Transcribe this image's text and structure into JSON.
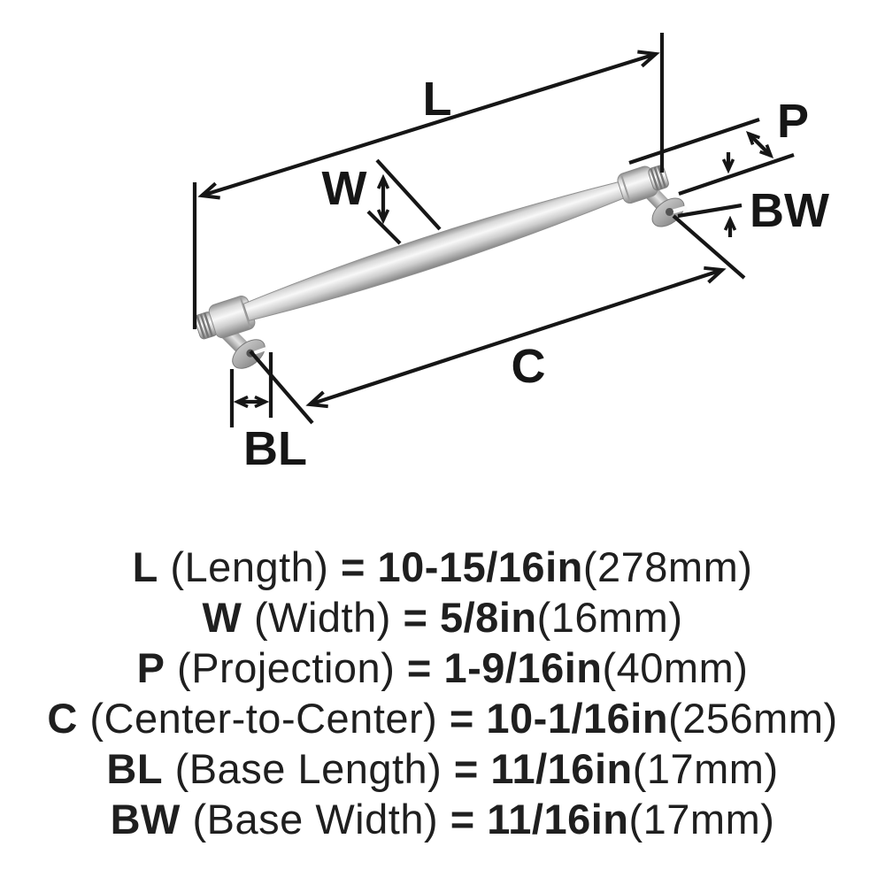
{
  "diagram": {
    "dimension_labels": {
      "length": "L",
      "width": "W",
      "projection": "P",
      "base_width": "BW",
      "center_to_center": "C",
      "base_length": "BL"
    }
  },
  "specs": [
    {
      "abbr": "L",
      "name": "(Length)",
      "eq": "=",
      "value": "10-15/16in",
      "metric": "(278mm)"
    },
    {
      "abbr": "W",
      "name": "(Width)",
      "eq": "=",
      "value": "5/8in",
      "metric": "(16mm)"
    },
    {
      "abbr": "P",
      "name": "(Projection)",
      "eq": "=",
      "value": "1-9/16in",
      "metric": "(40mm)"
    },
    {
      "abbr": "C",
      "name": "(Center-to-Center)",
      "eq": "=",
      "value": "10-1/16in",
      "metric": "(256mm)"
    },
    {
      "abbr": "BL",
      "name": "(Base Length)",
      "eq": "=",
      "value": "11/16in",
      "metric": "(17mm)"
    },
    {
      "abbr": "BW",
      "name": "(Base Width)",
      "eq": "=",
      "value": "11/16in",
      "metric": "(17mm)"
    }
  ],
  "colors": {
    "line": "#161616",
    "text": "#1f1f1f",
    "background": "#ffffff",
    "metal_highlight": "#f8f8f8",
    "metal_mid": "#c9c9c9",
    "metal_shadow": "#868686"
  }
}
